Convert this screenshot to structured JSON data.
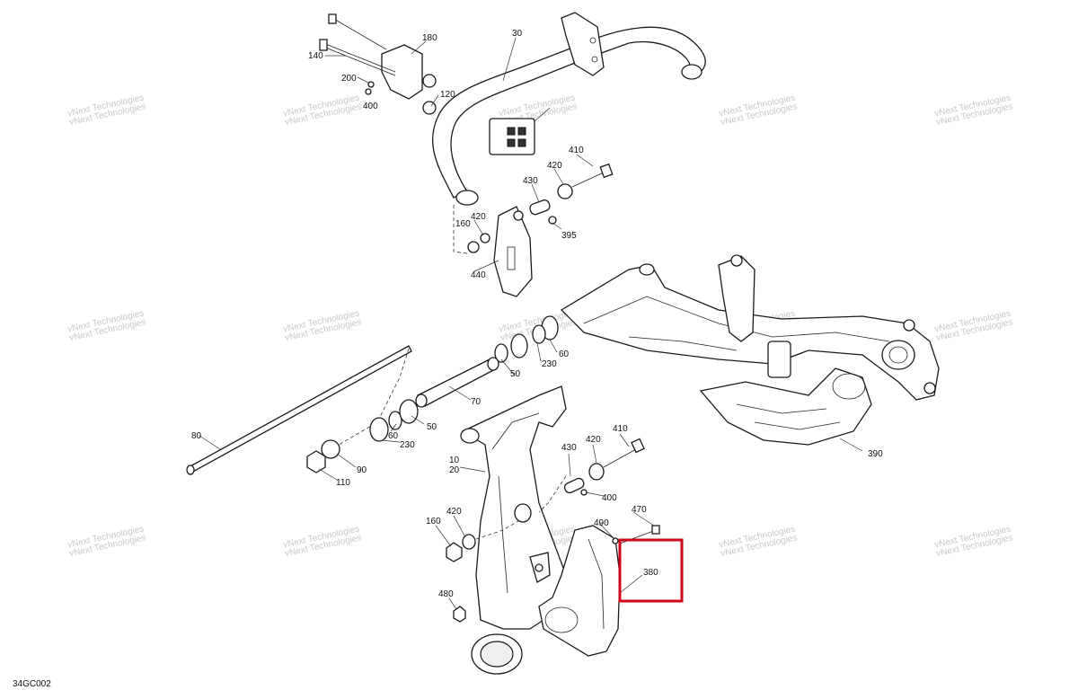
{
  "drawing_code": "34GC002",
  "watermark_text": "vNext Technologies",
  "highlight_color": "#d0021b",
  "callouts": {
    "c10": "10",
    "c20": "20",
    "c30": "30",
    "c50a": "50",
    "c50b": "50",
    "c60a": "60",
    "c60b": "60",
    "c70": "70",
    "c80": "80",
    "c90": "90",
    "c110": "110",
    "c120": "120",
    "c140": "140",
    "c160a": "160",
    "c160b": "160",
    "c180": "180",
    "c200": "200",
    "c230a": "230",
    "c230b": "230",
    "c380": "380",
    "c390": "390",
    "c395": "395",
    "c400a": "400",
    "c400b": "400",
    "c410a": "410",
    "c410b": "410",
    "c420a": "420",
    "c420b": "420",
    "c420c": "420",
    "c420d": "420",
    "c430a": "430",
    "c430b": "430",
    "c440": "440",
    "c470": "470",
    "c480": "480",
    "c490": "490"
  }
}
